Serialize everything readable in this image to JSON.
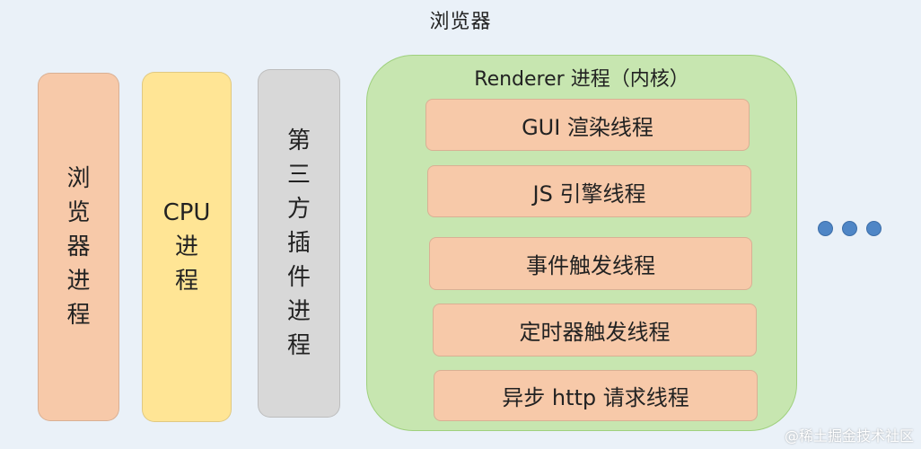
{
  "title": "浏览器",
  "columns": [
    {
      "chars": [
        "浏",
        "览",
        "器",
        "进",
        "程"
      ],
      "color": "#f7c9a9"
    },
    {
      "chars": [
        "CPU",
        "进",
        "程"
      ],
      "color": "#ffe595"
    },
    {
      "chars": [
        "第",
        "三",
        "方",
        "插",
        "件",
        "进",
        "程"
      ],
      "color": "#d8d8d8"
    }
  ],
  "renderer": {
    "title": "Renderer 进程（内核）",
    "color": "#c7e6b0",
    "threads": [
      "GUI 渲染线程",
      "JS 引擎线程",
      "事件触发线程",
      "定时器触发线程",
      "异步 http 请求线程"
    ],
    "thread_color": "#f7c9a9"
  },
  "dots_color": "#4f86c6",
  "watermark": "@稀土掘金技术社区"
}
